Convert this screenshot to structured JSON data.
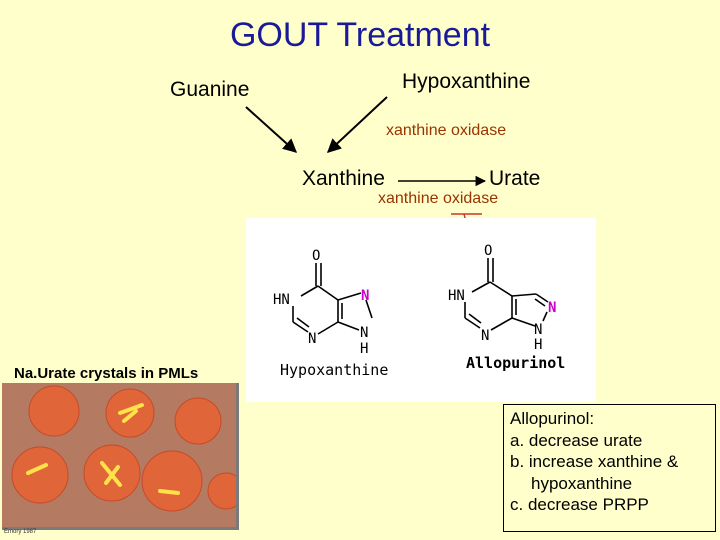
{
  "title": "GOUT Treatment",
  "pathway": {
    "guanine": "Guanine",
    "hypoxanthine": "Hypoxanthine",
    "xanthine": "Xanthine",
    "urate": "Urate",
    "enzyme_1": "xanthine oxidase",
    "enzyme_2": "xanthine oxidase"
  },
  "structures": {
    "left_caption": "Hypoxanthine",
    "right_caption": "Allopurinol",
    "oxygen": "O",
    "hn": "HN",
    "n": "N",
    "h": "H"
  },
  "crystals": {
    "title": "Na.Urate crystals in PMLs",
    "caption": "Emory 1987"
  },
  "note": {
    "line1": "Allopurinol:",
    "line2": "a. decrease urate",
    "line3": "b. increase xanthine &",
    "line4": "hypoxanthine",
    "line5": "c. decrease PRPP"
  },
  "colors": {
    "title": "#1a1a99",
    "enzyme_label": "#993300",
    "highlight_n": "#cc00cc",
    "background": "#ffffcc"
  }
}
